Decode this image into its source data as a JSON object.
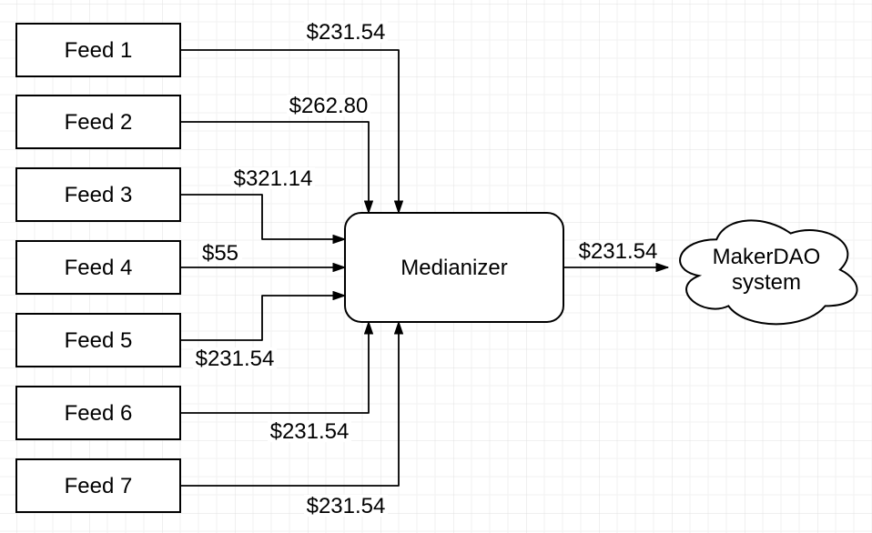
{
  "diagram": {
    "feeds": [
      {
        "label": "Feed 1"
      },
      {
        "label": "Feed 2"
      },
      {
        "label": "Feed 3"
      },
      {
        "label": "Feed 4"
      },
      {
        "label": "Feed 5"
      },
      {
        "label": "Feed 6"
      },
      {
        "label": "Feed 7"
      }
    ],
    "medianizer": {
      "label": "Medianizer"
    },
    "cloud": {
      "label_line1": "MakerDAO",
      "label_line2": "system"
    },
    "edges": [
      {
        "from": "Feed 1",
        "to": "Medianizer",
        "label": "$231.54"
      },
      {
        "from": "Feed 2",
        "to": "Medianizer",
        "label": "$262.80"
      },
      {
        "from": "Feed 3",
        "to": "Medianizer",
        "label": "$321.14"
      },
      {
        "from": "Feed 4",
        "to": "Medianizer",
        "label": "$55"
      },
      {
        "from": "Feed 5",
        "to": "Medianizer",
        "label": "$231.54"
      },
      {
        "from": "Feed 6",
        "to": "Medianizer",
        "label": "$231.54"
      },
      {
        "from": "Feed 7",
        "to": "Medianizer",
        "label": "$231.54"
      },
      {
        "from": "Medianizer",
        "to": "MakerDAO system",
        "label": "$231.54"
      }
    ],
    "colors": {
      "stroke": "#000000",
      "node_fill": "#ffffff",
      "background": "#ffffff",
      "grid_minor": "#f2f2f2",
      "grid_major": "#e0e0e0"
    }
  }
}
